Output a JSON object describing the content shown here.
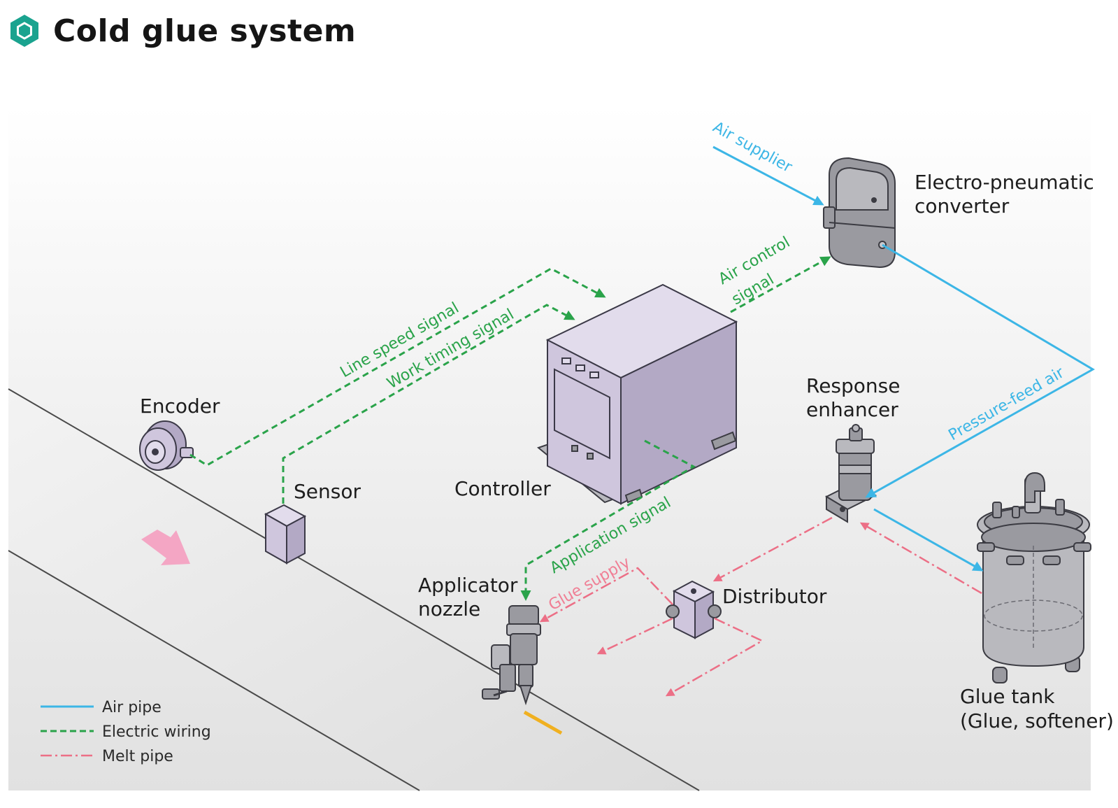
{
  "header": {
    "title": "Cold glue system",
    "icon": "hexagon-icon",
    "accent": "#1aa38f"
  },
  "components": {
    "encoder": "Encoder",
    "sensor": "Sensor",
    "controller": "Controller",
    "converter_line1": "Electro-pneumatic",
    "converter_line2": "converter",
    "response_line1": "Response",
    "response_line2": "enhancer",
    "applicator_line1": "Applicator",
    "applicator_line2": "nozzle",
    "distributor": "Distributor",
    "tank_line1": "Glue tank",
    "tank_line2": "(Glue, softener)"
  },
  "signals": {
    "line_speed": "Line speed signal",
    "work_timing": "Work timing signal",
    "air_control_line1": "Air control",
    "air_control_line2": "signal",
    "application": "Application signal",
    "air_supplier": "Air supplier",
    "pressure_feed": "Pressure-feed air",
    "glue_supply": "Glue supply"
  },
  "legend": {
    "air_pipe": "Air pipe",
    "electric_wiring": "Electric wiring",
    "melt_pipe": "Melt pipe"
  },
  "colors": {
    "air": "#3cb6e6",
    "electric": "#2aa34a",
    "melt": "#ec6f86",
    "conveyor_arrow": "#f4a6c4",
    "glue_line": "#f0b020"
  }
}
